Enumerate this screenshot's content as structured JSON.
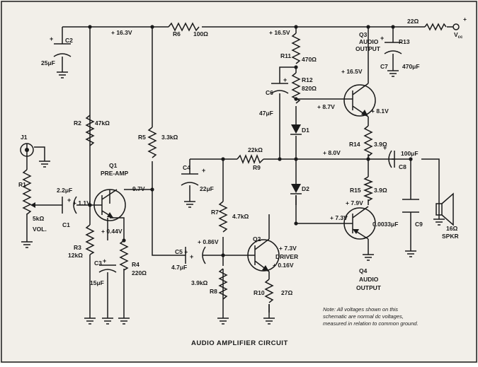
{
  "title": "AUDIO AMPLIFIER CIRCUIT",
  "note": [
    "Note: All voltages shown on this",
    "schematic are normal dc voltages,",
    "measured in relation to common ground."
  ],
  "rails": {
    "v163": "+ 16.3V",
    "v165": "+ 16.5V",
    "vcc": "V",
    "vcc_sub": "cc"
  },
  "components": {
    "C2": {
      "name": "C2",
      "value": "25μF"
    },
    "R6": {
      "name": "R6",
      "value": "100Ω"
    },
    "R11": {
      "name": "R11",
      "value": "470Ω"
    },
    "R12": {
      "name": "R12",
      "value": "820Ω"
    },
    "R13": {
      "name": "R13",
      "value": "22Ω"
    },
    "C7": {
      "name": "C7",
      "value": "470μF"
    },
    "Q3": {
      "name": "Q3",
      "line1": "AUDIO",
      "line2": "OUTPUT",
      "vc": "+ 16.5V",
      "vb": "+ 8.7V",
      "ve": "+ 8.1V"
    },
    "C6": {
      "name": "C6",
      "value": "47μF"
    },
    "D1": {
      "name": "D1"
    },
    "D2": {
      "name": "D2"
    },
    "R14": {
      "name": "R14",
      "value": "3.9Ω"
    },
    "C8": {
      "name": "C8",
      "value": "100μF"
    },
    "R15": {
      "name": "R15",
      "value": "3.9Ω"
    },
    "mid": {
      "v": "+ 8.0V"
    },
    "R2": {
      "name": "R2",
      "value": "47kΩ"
    },
    "R5": {
      "name": "R5",
      "value": "3.3kΩ"
    },
    "R9": {
      "name": "R9",
      "value": "22kΩ"
    },
    "C4": {
      "name": "C4",
      "value": "22μF"
    },
    "J1": {
      "name": "J1"
    },
    "R1": {
      "name": "R1",
      "value": "5kΩ",
      "extra": "VOL."
    },
    "C1": {
      "name": "C1",
      "value": "2.2μF",
      "v": "+ 1.1V"
    },
    "Q1": {
      "name": "Q1",
      "line1": "PRE-AMP",
      "vc": "9.7V",
      "ve": "+ 0.44V"
    },
    "R7": {
      "name": "R7",
      "value": "4.7kΩ"
    },
    "Q4": {
      "name": "Q4",
      "line1": "AUDIO",
      "line2": "OUTPUT",
      "vb": "+ 7.3V",
      "ve": "+ 7.9V"
    },
    "C9": {
      "name": "C9",
      "value": "0.0033μF"
    },
    "SPKR": {
      "value": "16Ω",
      "name": "SPKR"
    },
    "R3": {
      "name": "R3",
      "value": "12kΩ"
    },
    "C3": {
      "name": "C3",
      "value": "15μF"
    },
    "R4": {
      "name": "R4",
      "value": "220Ω"
    },
    "C5": {
      "name": "C5 +",
      "value": "4.7μF",
      "v": "+ 0.86V"
    },
    "Q2": {
      "name": "Q2",
      "line1": "DRIVER",
      "vc": "+ 7.3V",
      "ve": "+ 0.16V"
    },
    "R8": {
      "name": "R8",
      "value": "3.9kΩ"
    },
    "R10": {
      "name": "R10",
      "value": "27Ω"
    }
  }
}
